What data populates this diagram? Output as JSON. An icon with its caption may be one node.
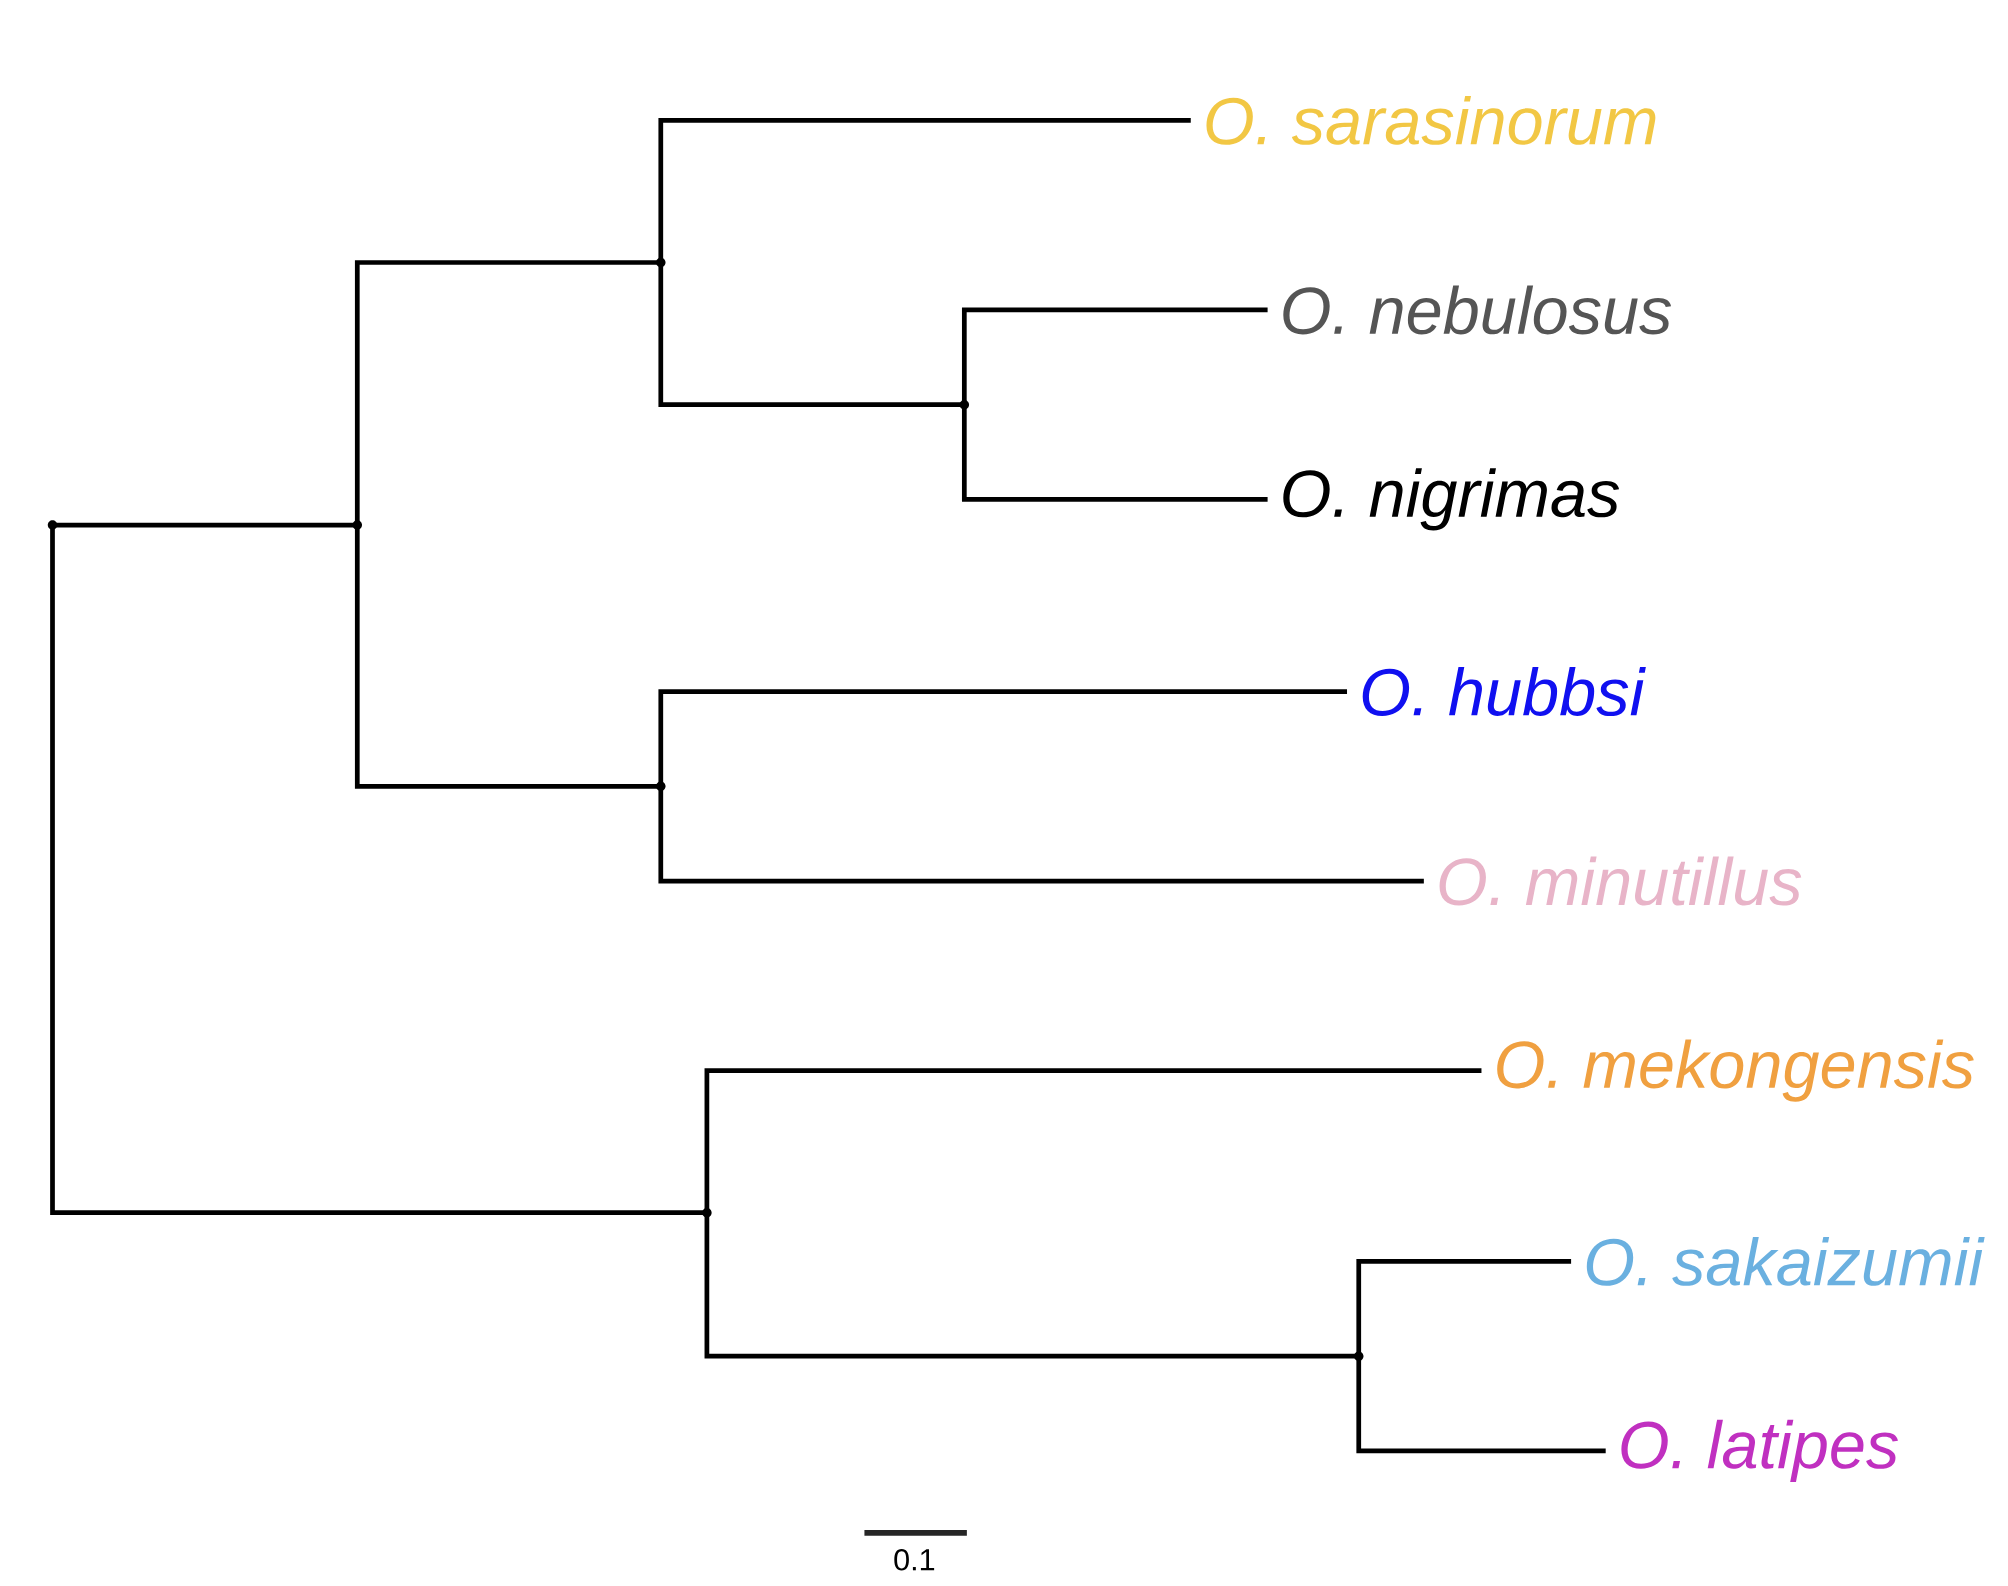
{
  "diagram": {
    "nodes": [
      {
        "text": [
          "O. sarasinorum"
        ]
      },
      {
        "text": [
          "O. nebulosus"
        ]
      },
      {
        "text": [
          "O. nigrimas"
        ]
      },
      {
        "text": [
          "O. hubbsi"
        ]
      },
      {
        "text": [
          "O. minutillus"
        ]
      },
      {
        "text": [
          "O. mekongensis"
        ]
      },
      {
        "text": [
          "O. sakaizumii"
        ]
      },
      {
        "text": [
          "O. latipes"
        ]
      },
      {
        "text": [],
        "shape": "point"
      },
      {
        "text": [],
        "shape": "point"
      },
      {
        "text": [],
        "shape": "point"
      },
      {
        "text": [],
        "shape": "point"
      },
      {
        "text": [],
        "shape": "point"
      },
      {
        "text": [],
        "shape": "point"
      },
      {
        "text": [],
        "shape": "point"
      }
    ],
    "edges": [
      {
        "from": 8,
        "to": 9,
        "arrow": "none"
      },
      {
        "from": 8,
        "to": 13,
        "arrow": "none"
      },
      {
        "from": 9,
        "to": 10,
        "arrow": "none"
      },
      {
        "from": 9,
        "to": 12,
        "arrow": "none"
      },
      {
        "from": 10,
        "to": 0,
        "arrow": "none"
      },
      {
        "from": 10,
        "to": 11,
        "arrow": "none"
      },
      {
        "from": 11,
        "to": 1,
        "arrow": "none"
      },
      {
        "from": 11,
        "to": 2,
        "arrow": "none"
      },
      {
        "from": 12,
        "to": 3,
        "arrow": "none"
      },
      {
        "from": 12,
        "to": 4,
        "arrow": "none"
      },
      {
        "from": 13,
        "to": 5,
        "arrow": "none"
      },
      {
        "from": 13,
        "to": 14,
        "arrow": "none"
      },
      {
        "from": 14,
        "to": 6,
        "arrow": "none"
      },
      {
        "from": 14,
        "to": 7,
        "arrow": "none"
      }
    ],
    "labels": [
      "0.1"
    ]
  }
}
